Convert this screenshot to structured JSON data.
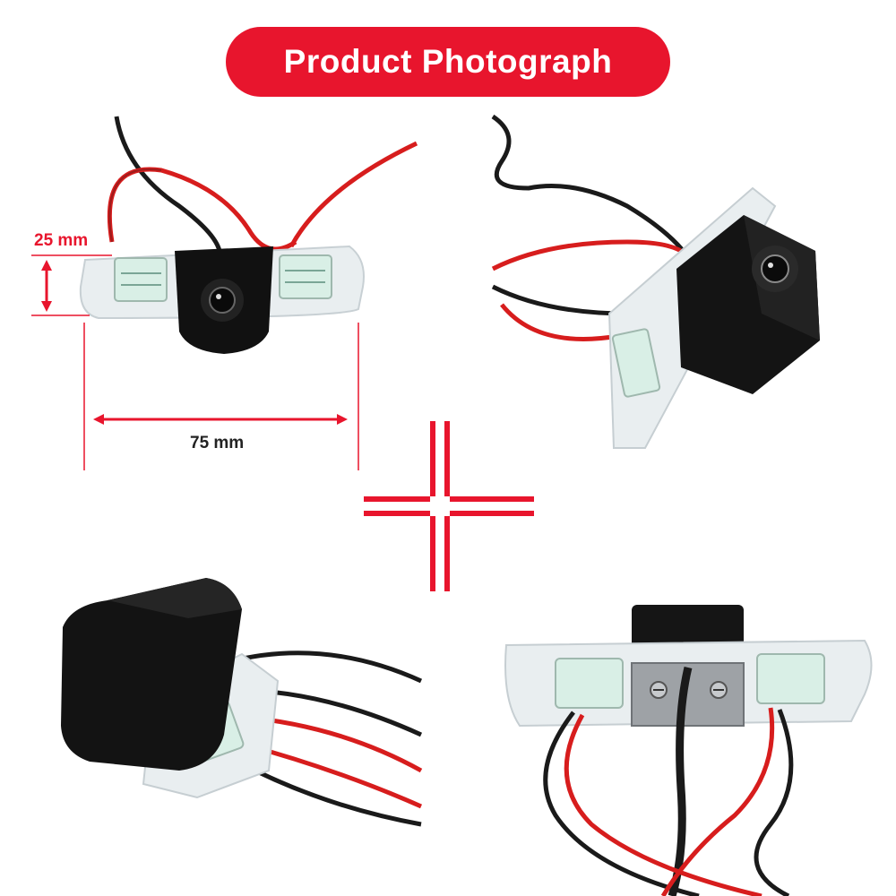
{
  "banner": {
    "title": "Product Photograph"
  },
  "dimensions": {
    "height_label": "25 mm",
    "width_label": "75 mm"
  },
  "colors": {
    "accent": "#e8152d",
    "cable_red": "#d71d1d",
    "cable_black": "#1a1a1a",
    "housing": "#111111",
    "clear_plastic": "#e9eef0"
  },
  "photos": [
    {
      "view": "front"
    },
    {
      "view": "angled-right"
    },
    {
      "view": "side"
    },
    {
      "view": "rear"
    }
  ]
}
